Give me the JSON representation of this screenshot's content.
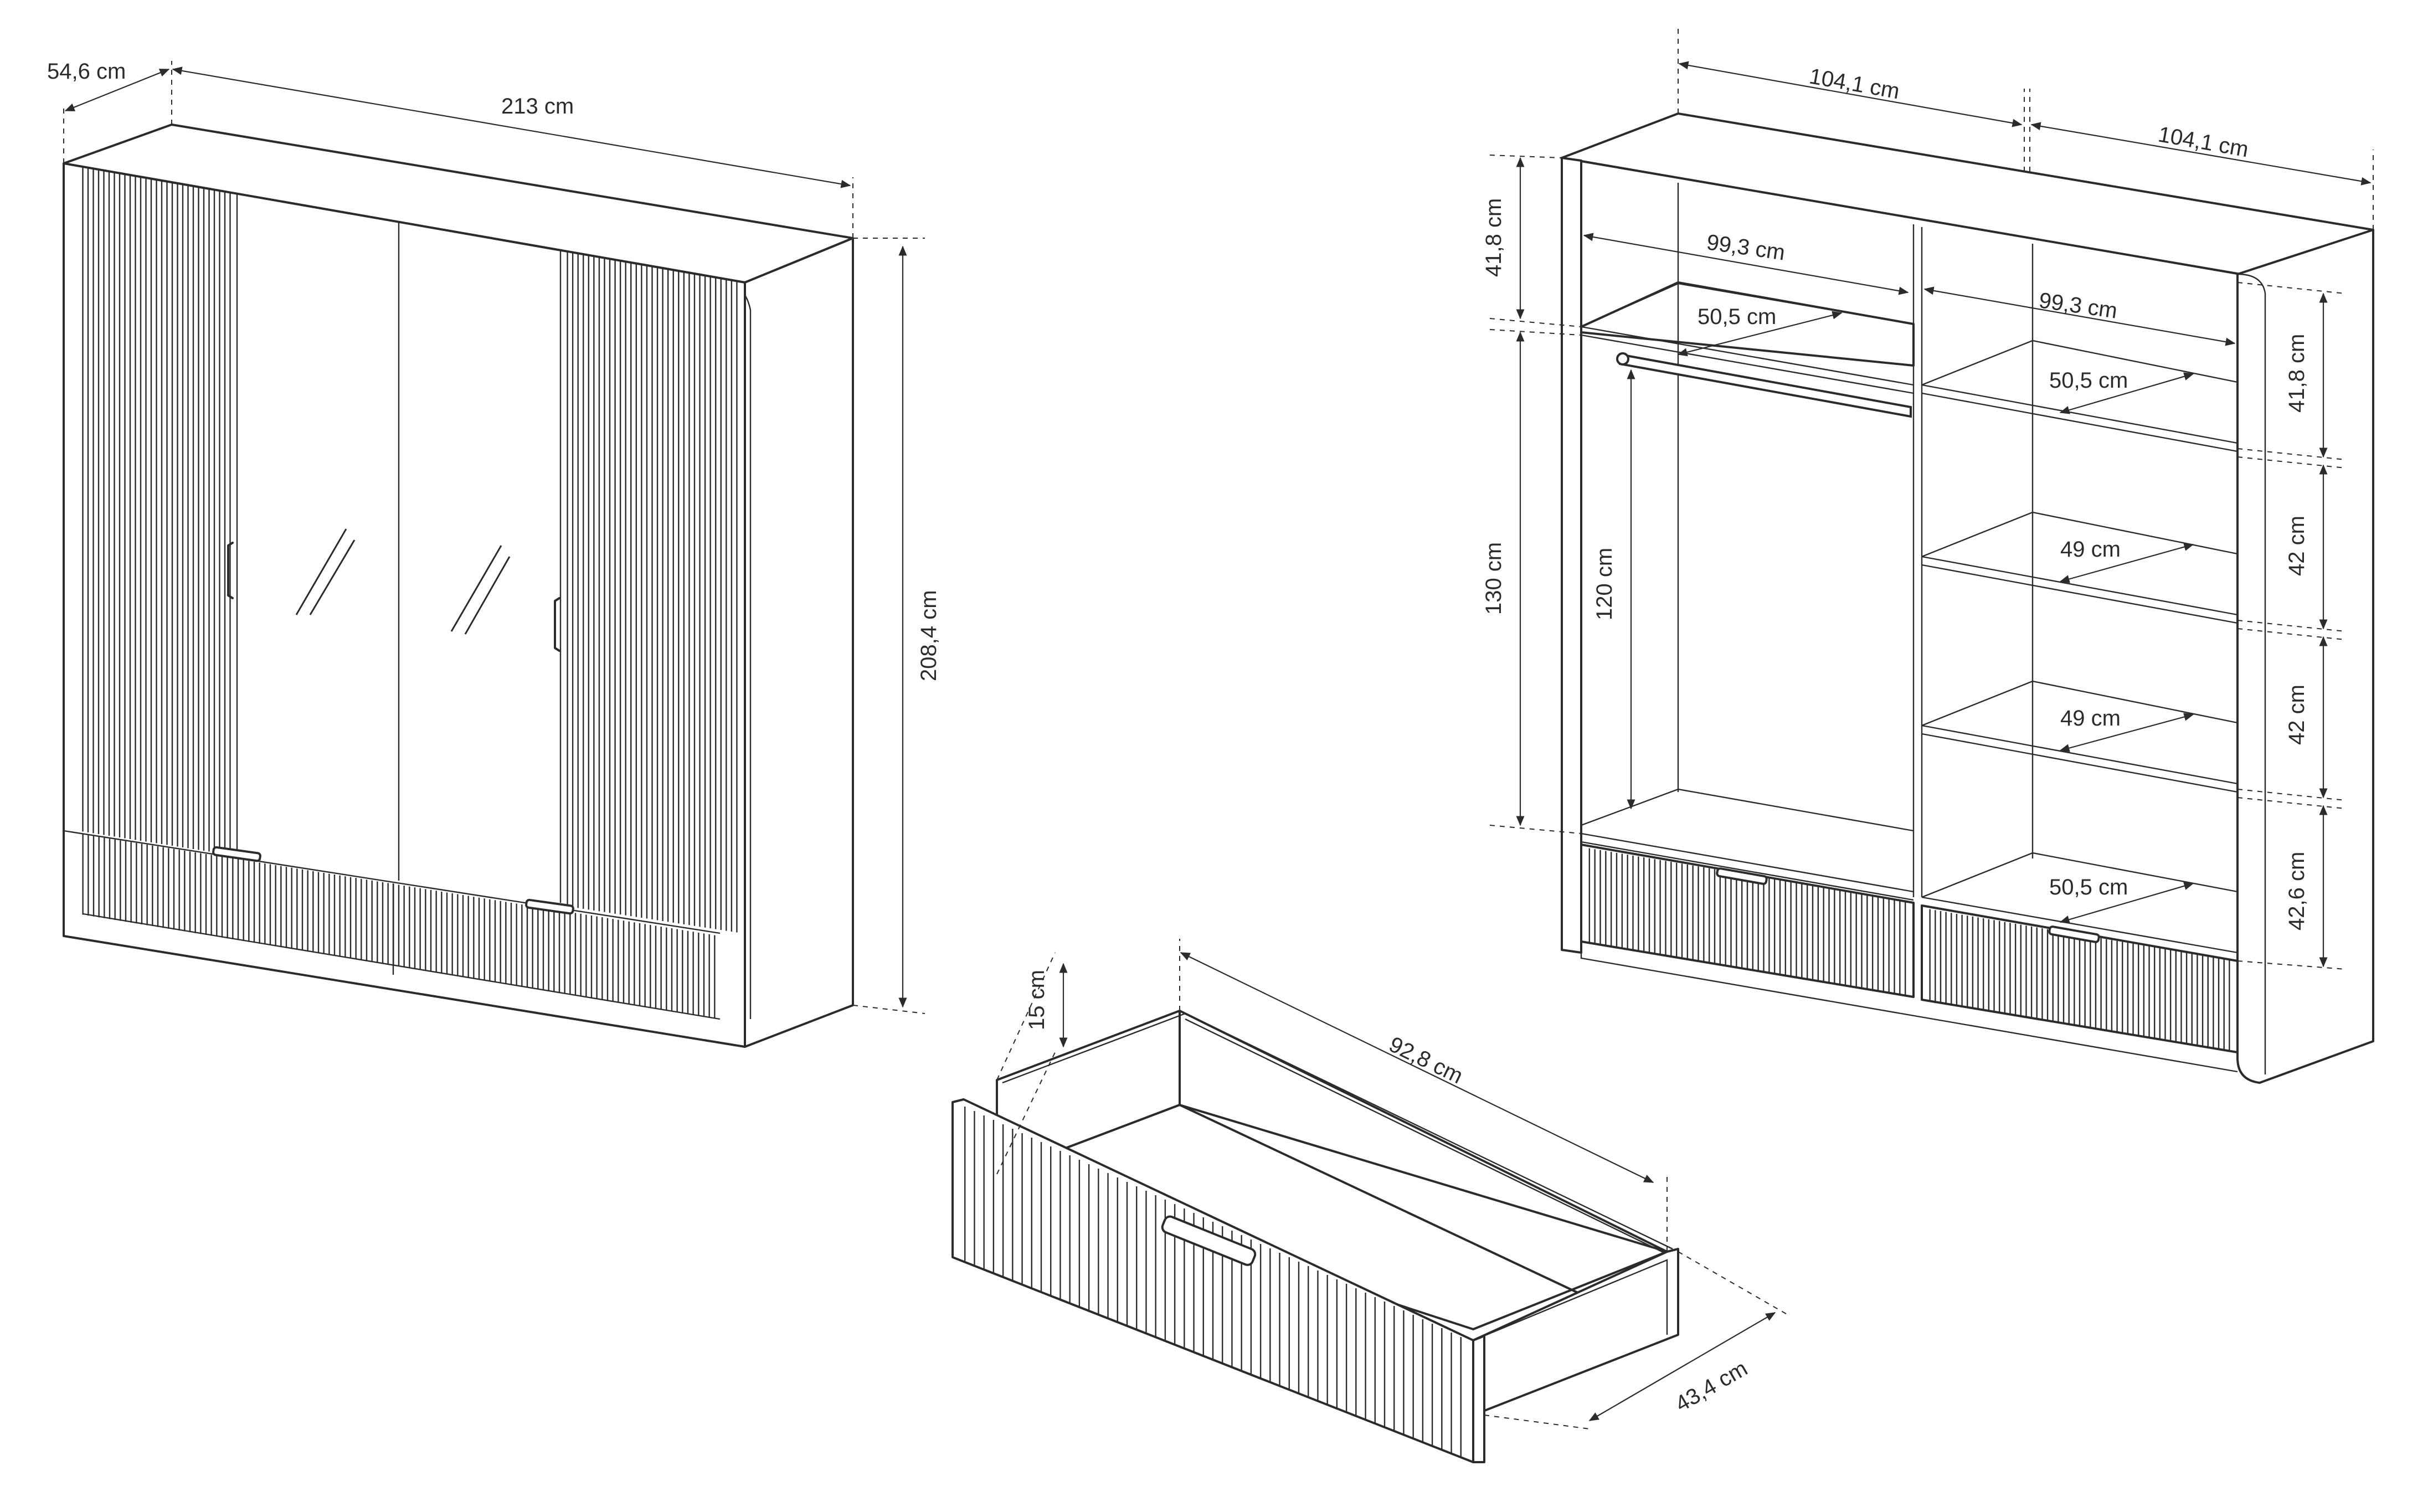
{
  "wardrobe_front": {
    "depth_label": "54,6 cm",
    "width_label": "213 cm",
    "height_label": "208,4 cm"
  },
  "wardrobe_interior": {
    "width_left_label": "104,1 cm",
    "width_right_label": "104,1 cm",
    "top_section_height_label": "41,8 cm",
    "hanging_section_height_label": "130 cm",
    "rail_height_label": "120 cm",
    "shelf_width_left_label": "99,3 cm",
    "shelf_width_right_label": "99,3 cm",
    "shelf_depth_top_left_label": "50,5 cm",
    "shelf_depth_top_right_label": "50,5 cm",
    "shelf_depth_mid1_label": "49 cm",
    "shelf_depth_mid2_label": "49 cm",
    "shelf_depth_bottom_label": "50,5 cm",
    "right_h1_label": "41,8 cm",
    "right_h2_label": "42 cm",
    "right_h3_label": "42 cm",
    "right_h4_label": "42,6 cm"
  },
  "drawer": {
    "height_label": "15 cm",
    "length_label": "92,8 cm",
    "depth_label": "43,4 cm"
  }
}
